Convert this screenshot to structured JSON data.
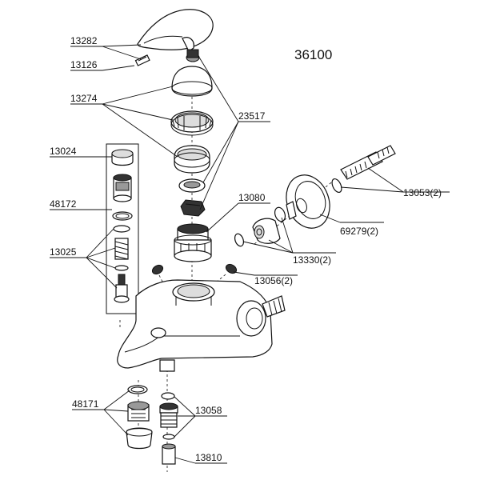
{
  "model_number": "36100",
  "labels": {
    "p13282": "13282",
    "p13126": "13126",
    "p13274": "13274",
    "p23517": "23517",
    "p13024": "13024",
    "p48172": "48172",
    "p13025": "13025",
    "p13080": "13080",
    "p13053": "13053(2)",
    "p69279": "69279(2)",
    "p13330": "13330(2)",
    "p13056": "13056(2)",
    "p48171": "48171",
    "p13058": "13058",
    "p13810": "13810"
  }
}
